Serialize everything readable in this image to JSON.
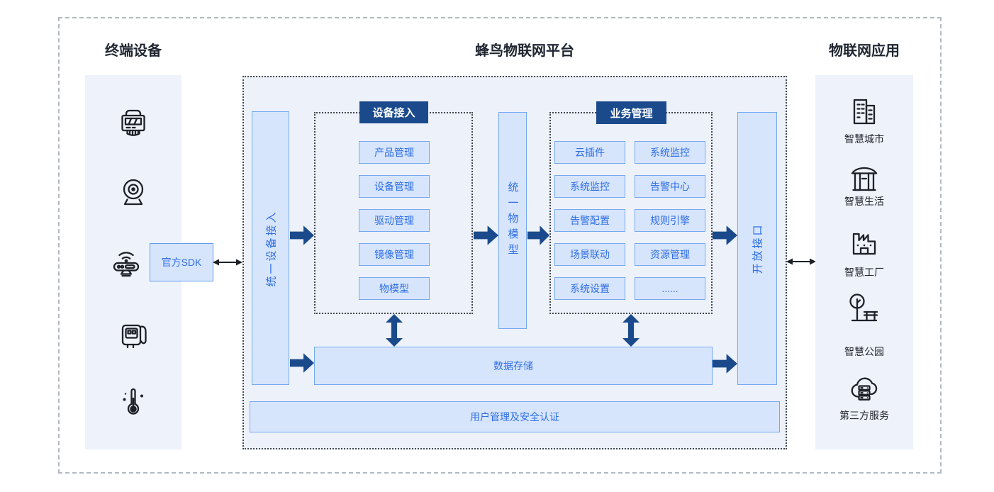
{
  "diagram": {
    "headers": {
      "left": "终端设备",
      "center": "蜂鸟物联网平台",
      "right": "物联网应用"
    },
    "terminal": {
      "devices": [
        {
          "icon": "electric-meter-icon"
        },
        {
          "icon": "webcam-icon"
        },
        {
          "icon": "wifi-gateway-icon"
        },
        {
          "icon": "switch-device-icon"
        },
        {
          "icon": "thermometer-icon"
        }
      ],
      "sdk_label": "官方SDK"
    },
    "platform": {
      "left_bar": "统一设备接入",
      "middle_bar": "统一物模型",
      "right_bar": "开放接口",
      "device_access": {
        "title": "设备接入",
        "items": [
          "产品管理",
          "设备管理",
          "驱动管理",
          "镜像管理",
          "物模型"
        ]
      },
      "business": {
        "title": "业务管理",
        "left_items": [
          "云插件",
          "系统监控",
          "告警配置",
          "场景联动",
          "系统设置"
        ],
        "right_items": [
          "系统监控",
          "告警中心",
          "规则引擎",
          "资源管理",
          "......"
        ]
      },
      "data_storage": "数据存储",
      "user_auth": "用户管理及安全认证"
    },
    "applications": [
      {
        "label": "智慧城市",
        "icon": "city-buildings-icon"
      },
      {
        "label": "智慧生活",
        "icon": "pavilion-icon"
      },
      {
        "label": "智慧工厂",
        "icon": "factory-icon"
      },
      {
        "label": "智慧公园",
        "icon": "park-tree-bench-icon"
      },
      {
        "label": "第三方服务",
        "icon": "cloud-server-icon"
      }
    ],
    "colors": {
      "panel_bg": "#eef2fb",
      "box_fill": "#d7e5fc",
      "box_border": "#74a9f0",
      "blue_text": "#2e6ee5",
      "navy": "#1a4a8c",
      "heading_text": "#1f2630"
    }
  }
}
